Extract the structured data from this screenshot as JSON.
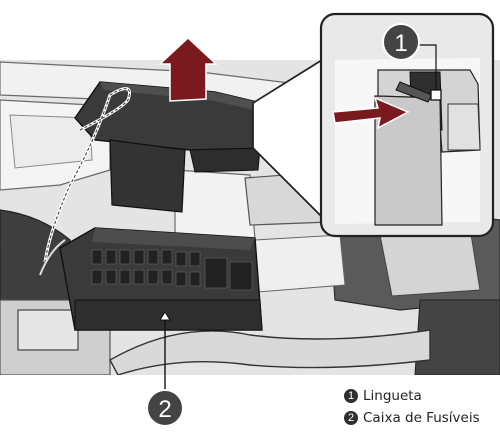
{
  "callouts": {
    "latch": {
      "number": "1",
      "label": "Lingueta"
    },
    "fuse_box": {
      "number": "2",
      "label": "Caixa de Fusíveis"
    }
  },
  "colors": {
    "arrow": "#7a1a1f",
    "callout_badge": "#444444",
    "line_art": "#2b2b2b"
  },
  "legend": [
    {
      "number": "1",
      "label": "Lingueta"
    },
    {
      "number": "2",
      "label": "Caixa de Fusíveis"
    }
  ]
}
